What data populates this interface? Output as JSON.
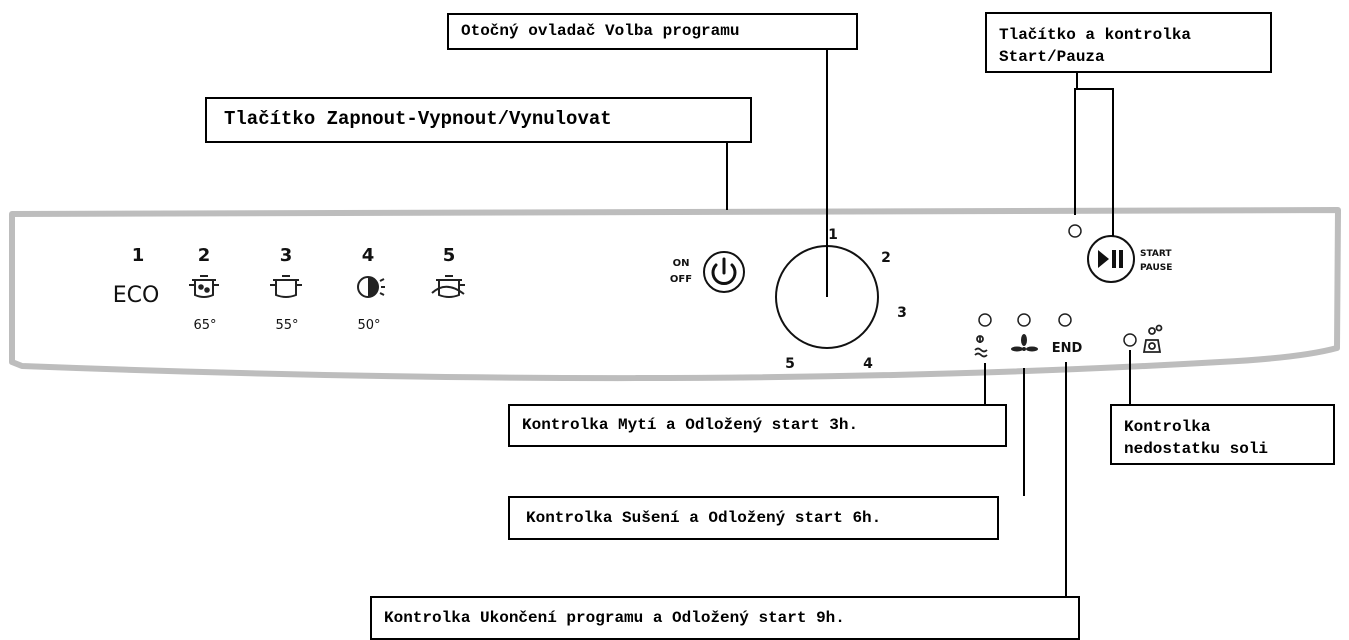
{
  "callouts": {
    "power_button": "Tlačítko Zapnout-Vypnout/Vynulovat",
    "program_knob": "Otočný ovladač Volba programu",
    "start_pause_line1": "Tlačítko a kontrolka",
    "start_pause_line2": "Start/Pauza",
    "wash_indicator": "Kontrolka Mytí a Odložený start 3h.",
    "salt_line1": "Kontrolka",
    "salt_line2": "nedostatku soli",
    "dry_indicator": "Kontrolka Sušení a Odložený start 6h.",
    "end_indicator": "Kontrolka Ukončení programu a Odložený start 9h."
  },
  "panel": {
    "programs": [
      {
        "number": "1",
        "label": "ECO",
        "temp": ""
      },
      {
        "number": "2",
        "label": "",
        "temp": "65°"
      },
      {
        "number": "3",
        "label": "",
        "temp": "55°"
      },
      {
        "number": "4",
        "label": "",
        "temp": "50°"
      },
      {
        "number": "5",
        "label": "",
        "temp": ""
      }
    ],
    "on_label": "ON",
    "off_label": "OFF",
    "dial_numbers": [
      "1",
      "2",
      "3",
      "4",
      "5"
    ],
    "start_label": "START",
    "pause_label": "PAUSE",
    "end_label": "END"
  }
}
